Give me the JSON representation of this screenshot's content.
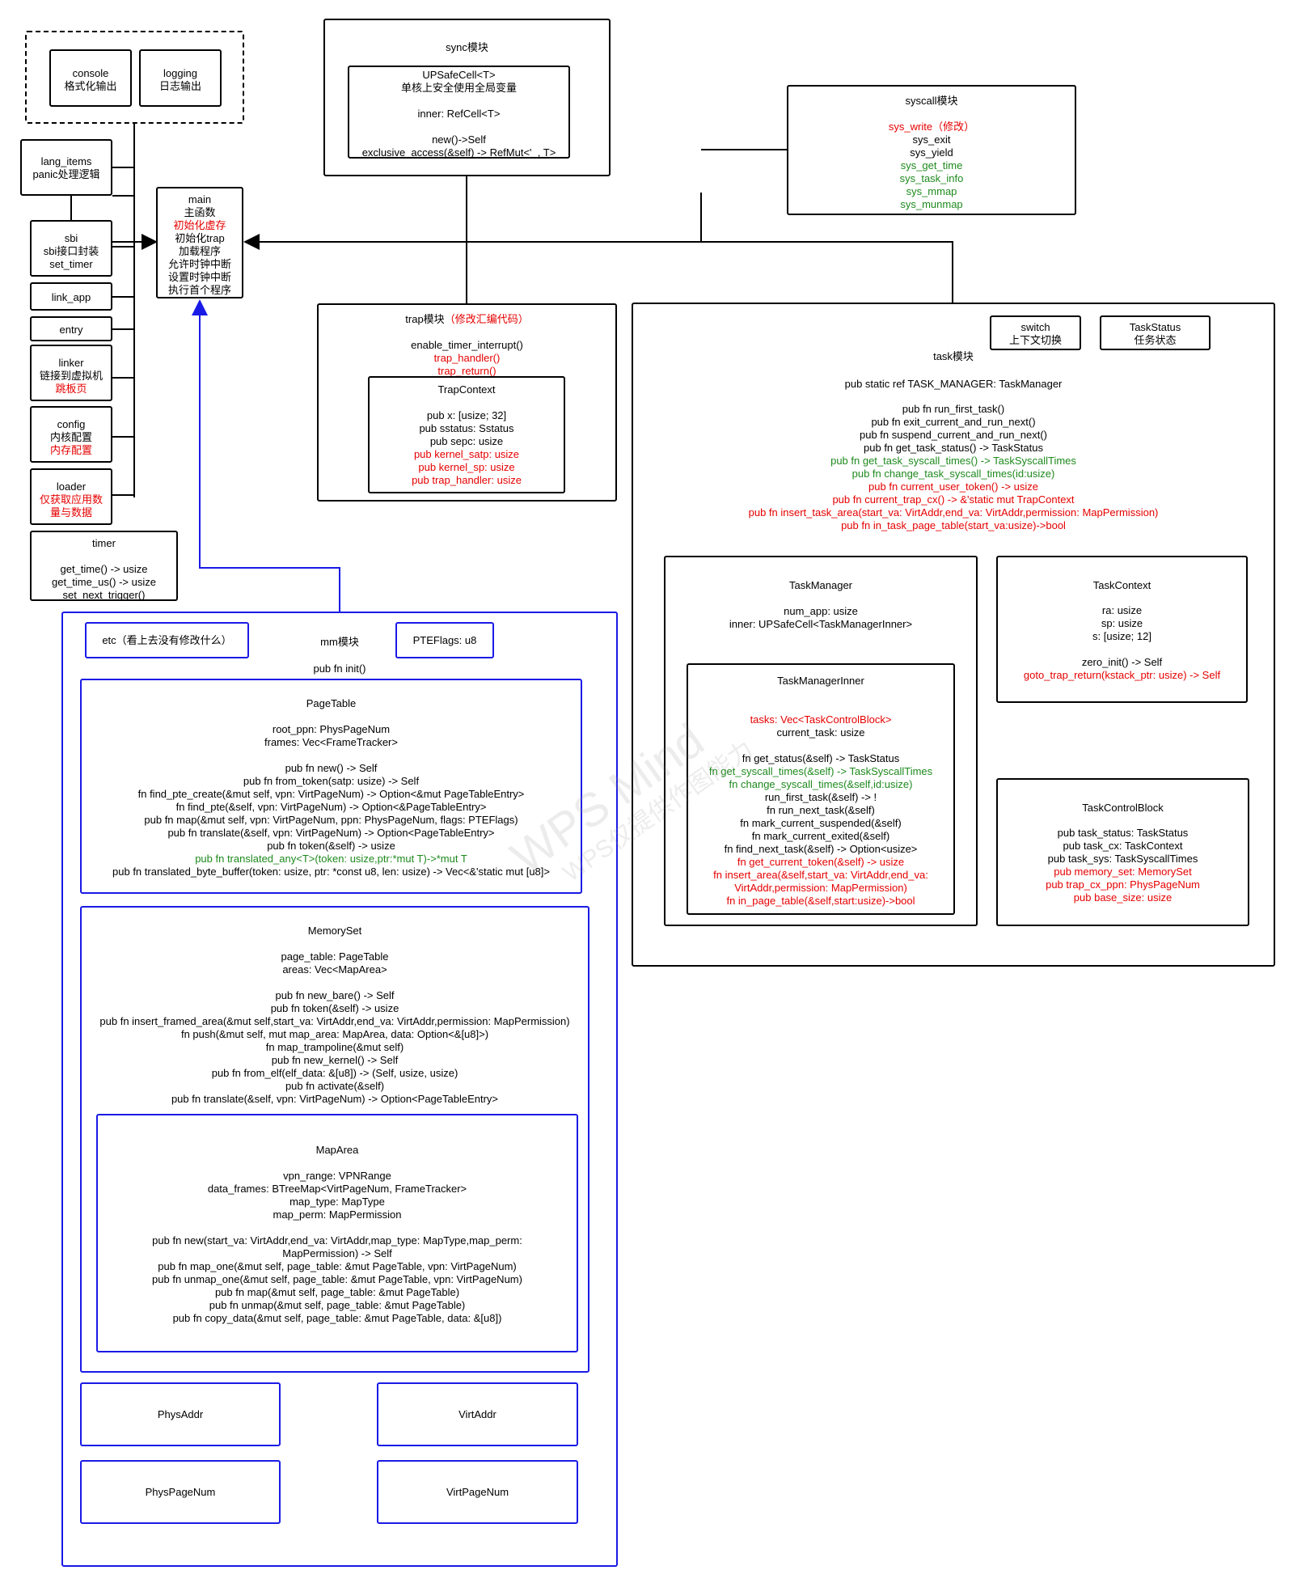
{
  "colors": {
    "red": "#e60000",
    "green": "#1e8a1e",
    "blue": "#1a1ae6",
    "black": "#000000"
  },
  "console": {
    "name": "console",
    "desc": "格式化输出"
  },
  "logging": {
    "name": "logging",
    "desc": "日志输出"
  },
  "lang_items": {
    "name": "lang_items",
    "desc": "panic处理逻辑"
  },
  "sbi": {
    "name": "sbi",
    "desc": "sbi接口封装",
    "fn": "set_timer"
  },
  "link_app": {
    "name": "link_app"
  },
  "entry": {
    "name": "entry"
  },
  "linker": {
    "name": "linker",
    "desc": "链接到虚拟机",
    "red": "跳板页"
  },
  "config": {
    "name": "config",
    "desc": "内核配置",
    "red": "内存配置"
  },
  "loader": {
    "name": "loader",
    "red1": "仅获取应用数",
    "red2": "量与数据"
  },
  "timer": {
    "name": "timer",
    "fns": [
      "get_time() -> usize",
      "get_time_us() -> usize",
      "set_next_trigger()"
    ]
  },
  "main": {
    "lines": [
      {
        "t": "main",
        "c": "black"
      },
      {
        "t": "主函数",
        "c": "black"
      },
      {
        "t": "初始化虚存",
        "c": "red"
      },
      {
        "t": "初始化trap",
        "c": "black"
      },
      {
        "t": "加载程序",
        "c": "black"
      },
      {
        "t": "允许时钟中断",
        "c": "black"
      },
      {
        "t": "设置时钟中断",
        "c": "black"
      },
      {
        "t": "执行首个程序",
        "c": "black"
      }
    ]
  },
  "sync": {
    "title": "sync模块",
    "upsafe": [
      "UPSafeCell<T>",
      "单核上安全使用全局变量",
      "",
      "inner: RefCell<T>",
      "",
      "new()->Self",
      "exclusive_access(&self) -> RefMut<'_, T>"
    ]
  },
  "syscall": {
    "title": "syscall模块",
    "lines": [
      {
        "t": "sys_write（修改）",
        "c": "red"
      },
      {
        "t": "sys_exit",
        "c": "black"
      },
      {
        "t": "sys_yield",
        "c": "black"
      },
      {
        "t": "sys_get_time",
        "c": "green"
      },
      {
        "t": "sys_task_info",
        "c": "green"
      },
      {
        "t": "sys_mmap",
        "c": "green"
      },
      {
        "t": "sys_munmap",
        "c": "green"
      }
    ]
  },
  "trap": {
    "title": "trap模块",
    "title_note": "（修改汇编代码）",
    "lines": [
      {
        "t": "enable_timer_interrupt()",
        "c": "black"
      },
      {
        "t": "trap_handler()",
        "c": "red"
      },
      {
        "t": "trap_return()",
        "c": "red"
      }
    ],
    "ctx_title": "TrapContext",
    "ctx_lines": [
      {
        "t": "pub x: [usize; 32]",
        "c": "black"
      },
      {
        "t": "pub sstatus: Sstatus",
        "c": "black"
      },
      {
        "t": "pub sepc: usize",
        "c": "black"
      },
      {
        "t": "pub kernel_satp: usize",
        "c": "red"
      },
      {
        "t": "pub kernel_sp: usize",
        "c": "red"
      },
      {
        "t": "pub trap_handler: usize",
        "c": "red"
      }
    ]
  },
  "task": {
    "switch": {
      "name": "switch",
      "desc": "上下文切换"
    },
    "status": {
      "name": "TaskStatus",
      "desc": "任务状态"
    },
    "title": "task模块",
    "manager_static": "pub static ref TASK_MANAGER: TaskManager",
    "fns": [
      {
        "t": "pub fn run_first_task()",
        "c": "black"
      },
      {
        "t": "pub fn exit_current_and_run_next()",
        "c": "black"
      },
      {
        "t": "pub fn suspend_current_and_run_next()",
        "c": "black"
      },
      {
        "t": "pub fn get_task_status() -> TaskStatus",
        "c": "black"
      },
      {
        "t": "pub fn get_task_syscall_times() -> TaskSyscallTimes",
        "c": "green"
      },
      {
        "t": "pub fn change_task_syscall_times(id:usize)",
        "c": "green"
      },
      {
        "t": "pub fn current_user_token() -> usize",
        "c": "red"
      },
      {
        "t": "pub fn current_trap_cx() -> &'static mut TrapContext",
        "c": "red"
      },
      {
        "t": "pub fn insert_task_area(start_va: VirtAddr,end_va: VirtAddr,permission: MapPermission)",
        "c": "red"
      },
      {
        "t": "pub fn in_task_page_table(start_va:usize)->bool",
        "c": "red"
      }
    ],
    "tm": {
      "title": "TaskManager",
      "lines": [
        "num_app: usize",
        "inner: UPSafeCell<TaskManagerInner>"
      ]
    },
    "tmi": {
      "title": "TaskManagerInner",
      "lines": [
        {
          "t": "tasks: Vec<TaskControlBlock>",
          "c": "red"
        },
        {
          "t": "current_task: usize",
          "c": "black"
        },
        {
          "t": "",
          "c": "black"
        },
        {
          "t": "fn get_status(&self) -> TaskStatus",
          "c": "black"
        },
        {
          "t": "fn get_syscall_times(&self) -> TaskSyscallTimes",
          "c": "green"
        },
        {
          "t": "fn change_syscall_times(&self,id:usize)",
          "c": "green"
        },
        {
          "t": "run_first_task(&self) -> !",
          "c": "black"
        },
        {
          "t": "fn run_next_task(&self)",
          "c": "black"
        },
        {
          "t": "fn mark_current_suspended(&self)",
          "c": "black"
        },
        {
          "t": "fn mark_current_exited(&self)",
          "c": "black"
        },
        {
          "t": "fn find_next_task(&self) -> Option<usize>",
          "c": "black"
        },
        {
          "t": "fn get_current_token(&self) -> usize",
          "c": "red"
        },
        {
          "t": "fn insert_area(&self,start_va: VirtAddr,end_va:",
          "c": "red"
        },
        {
          "t": "VirtAddr,permission: MapPermission)",
          "c": "red"
        },
        {
          "t": "fn in_page_table(&self,start:usize)->bool",
          "c": "red"
        }
      ]
    },
    "tc": {
      "title": "TaskContext",
      "lines": [
        {
          "t": "ra: usize",
          "c": "black"
        },
        {
          "t": "sp: usize",
          "c": "black"
        },
        {
          "t": "s: [usize; 12]",
          "c": "black"
        },
        {
          "t": "",
          "c": "black"
        },
        {
          "t": "zero_init() -> Self",
          "c": "black"
        },
        {
          "t": "goto_trap_return(kstack_ptr: usize) -> Self",
          "c": "red"
        }
      ]
    },
    "tcb": {
      "title": "TaskControlBlock",
      "lines": [
        {
          "t": "pub task_status: TaskStatus",
          "c": "black"
        },
        {
          "t": "pub task_cx: TaskContext",
          "c": "black"
        },
        {
          "t": "pub task_sys: TaskSyscallTimes",
          "c": "black"
        },
        {
          "t": "pub memory_set: MemorySet",
          "c": "red"
        },
        {
          "t": "pub trap_cx_ppn: PhysPageNum",
          "c": "red"
        },
        {
          "t": "pub base_size: usize",
          "c": "red"
        }
      ]
    }
  },
  "mm": {
    "etc": "etc（看上去没有修改什么）",
    "title": "mm模块",
    "pteflags": "PTEFlags: u8",
    "init": "pub fn init()",
    "pagetable": {
      "title": "PageTable",
      "lines": [
        {
          "t": "root_ppn: PhysPageNum",
          "c": "black"
        },
        {
          "t": "frames: Vec<FrameTracker>",
          "c": "black"
        },
        {
          "t": "",
          "c": "black"
        },
        {
          "t": "pub fn new() -> Self",
          "c": "black"
        },
        {
          "t": "pub fn from_token(satp: usize) -> Self",
          "c": "black"
        },
        {
          "t": "fn find_pte_create(&mut self, vpn: VirtPageNum) -> Option<&mut PageTableEntry>",
          "c": "black"
        },
        {
          "t": "fn find_pte(&self, vpn: VirtPageNum) -> Option<&PageTableEntry>",
          "c": "black"
        },
        {
          "t": "pub fn map(&mut self, vpn: VirtPageNum, ppn: PhysPageNum, flags: PTEFlags)",
          "c": "black"
        },
        {
          "t": "pub fn translate(&self, vpn: VirtPageNum) -> Option<PageTableEntry>",
          "c": "black"
        },
        {
          "t": "pub fn token(&self) -> usize",
          "c": "black"
        },
        {
          "t": "pub fn translated_any<T>(token: usize,ptr:*mut T)->*mut T",
          "c": "green"
        },
        {
          "t": "pub fn translated_byte_buffer(token: usize, ptr: *const u8, len: usize) -> Vec<&'static mut [u8]>",
          "c": "black"
        }
      ]
    },
    "memoryset": {
      "title": "MemorySet",
      "lines": [
        "page_table: PageTable",
        "areas: Vec<MapArea>",
        "",
        "pub fn new_bare() -> Self",
        "pub fn token(&self) -> usize",
        "pub fn insert_framed_area(&mut self,start_va: VirtAddr,end_va: VirtAddr,permission: MapPermission)",
        "fn push(&mut self, mut map_area: MapArea, data: Option<&[u8]>)",
        "fn map_trampoline(&mut self)",
        "pub fn new_kernel() -> Self",
        "pub fn from_elf(elf_data: &[u8]) -> (Self, usize, usize)",
        "pub fn activate(&self)",
        "pub fn translate(&self, vpn: VirtPageNum) -> Option<PageTableEntry>"
      ]
    },
    "maparea": {
      "title": "MapArea",
      "lines": [
        "vpn_range: VPNRange",
        "data_frames: BTreeMap<VirtPageNum, FrameTracker>",
        "map_type: MapType",
        "map_perm: MapPermission",
        "",
        "pub fn new(start_va: VirtAddr,end_va: VirtAddr,map_type: MapType,map_perm:",
        "MapPermission) -> Self",
        "pub fn map_one(&mut self, page_table: &mut PageTable, vpn: VirtPageNum)",
        "pub fn unmap_one(&mut self, page_table: &mut PageTable, vpn: VirtPageNum)",
        "pub fn map(&mut self, page_table: &mut PageTable)",
        "pub fn unmap(&mut self, page_table: &mut PageTable)",
        "pub fn copy_data(&mut self, page_table: &mut PageTable, data: &[u8])"
      ]
    },
    "physaddr": "PhysAddr",
    "virtaddr": "VirtAddr",
    "physpagenum": "PhysPageNum",
    "virtpagenum": "VirtPageNum"
  },
  "watermark": {
    "main": "WPS Mind",
    "sub": "WPS仅提供作图能力"
  }
}
